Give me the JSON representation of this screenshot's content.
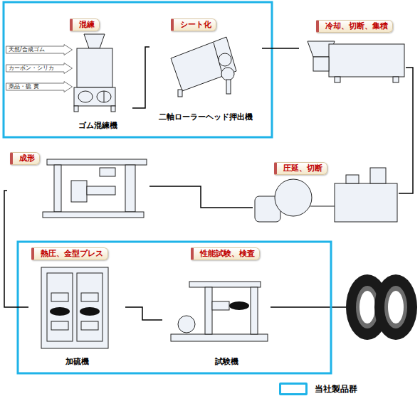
{
  "diagram": {
    "nodes": [
      {
        "text": [
          "天然/合成ゴム"
        ]
      },
      {
        "text": [
          "カーボン・シリカ"
        ]
      },
      {
        "text": [
          "薬品・硫 黄"
        ]
      },
      {
        "text": [
          "混練",
          "ゴム混練機"
        ]
      },
      {
        "text": [
          "シート化",
          "二軸ローラーヘッド押出機"
        ]
      },
      {
        "text": [
          "冷却、切断、集積"
        ]
      },
      {
        "text": [
          "圧延、切断"
        ]
      },
      {
        "text": [
          "成形"
        ]
      },
      {
        "text": [
          "熱圧、金型プレス",
          "加硫機"
        ]
      },
      {
        "text": [
          "性能試験、検査",
          "試験機"
        ]
      }
    ],
    "edges": [
      {
        "from": 3,
        "to": 4,
        "arrow": "none"
      },
      {
        "from": 4,
        "to": 5,
        "arrow": "none"
      },
      {
        "from": 5,
        "to": 6,
        "arrow": "none"
      },
      {
        "from": 6,
        "to": 7,
        "arrow": "none"
      },
      {
        "from": 7,
        "to": 8,
        "arrow": "none"
      },
      {
        "from": 8,
        "to": 9,
        "arrow": "none"
      }
    ],
    "legend": [
      {
        "text": "当社製品群",
        "color": "#1fb3e8"
      }
    ]
  }
}
